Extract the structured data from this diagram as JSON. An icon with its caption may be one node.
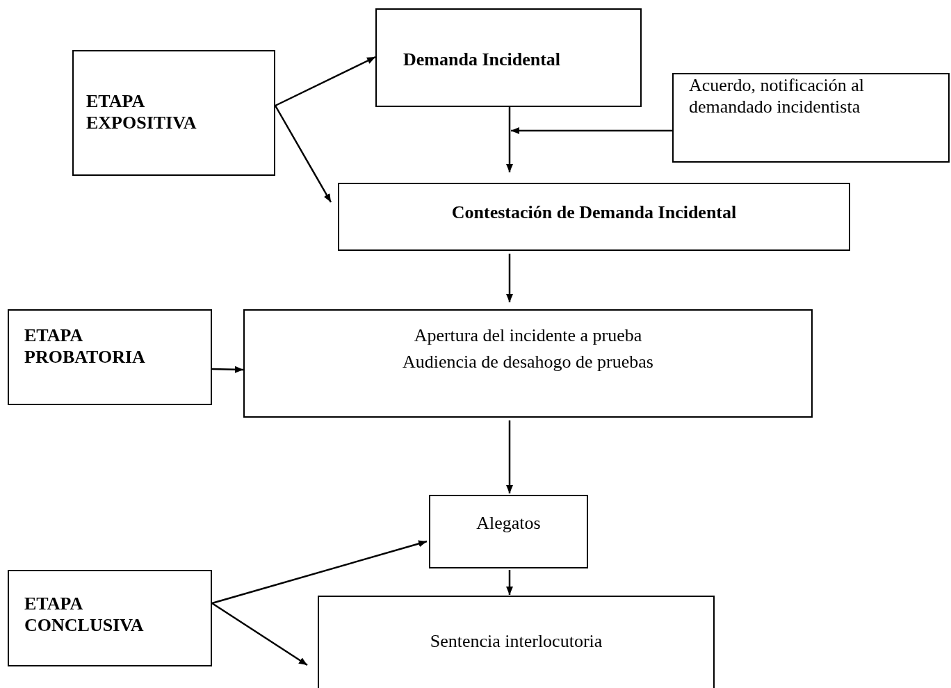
{
  "diagram": {
    "nodes": [
      {
        "text": [
          "ETAPA EXPOSITIVA"
        ]
      },
      {
        "text": [
          "Demanda Incidental"
        ]
      },
      {
        "text": [
          "Acuerdo, notificación al demandado incidentista"
        ]
      },
      {
        "text": [
          "Contestación de Demanda Incidental"
        ]
      },
      {
        "text": [
          "ETAPA PROBATORIA"
        ]
      },
      {
        "text": [
          "Apertura del incidente a prueba",
          "Audiencia de desahogo de pruebas"
        ]
      },
      {
        "text": [
          "Alegatos"
        ]
      },
      {
        "text": [
          "ETAPA CONCLUSIVA"
        ]
      },
      {
        "text": [
          "Sentencia interlocutoria"
        ]
      }
    ],
    "edges": [
      {
        "from": 0,
        "to": 1,
        "arrow": "to"
      },
      {
        "from": 1,
        "to": 3,
        "arrow": "to"
      },
      {
        "from": 2,
        "to": 3,
        "arrow": "to"
      },
      {
        "from": 0,
        "to": 3,
        "arrow": "to"
      },
      {
        "from": 3,
        "to": 5,
        "arrow": "to"
      },
      {
        "from": 4,
        "to": 5,
        "arrow": "to"
      },
      {
        "from": 5,
        "to": 6,
        "arrow": "to"
      },
      {
        "from": 7,
        "to": 6,
        "arrow": "to"
      },
      {
        "from": 6,
        "to": 8,
        "arrow": "to"
      },
      {
        "from": 7,
        "to": 8,
        "arrow": "to"
      }
    ]
  }
}
